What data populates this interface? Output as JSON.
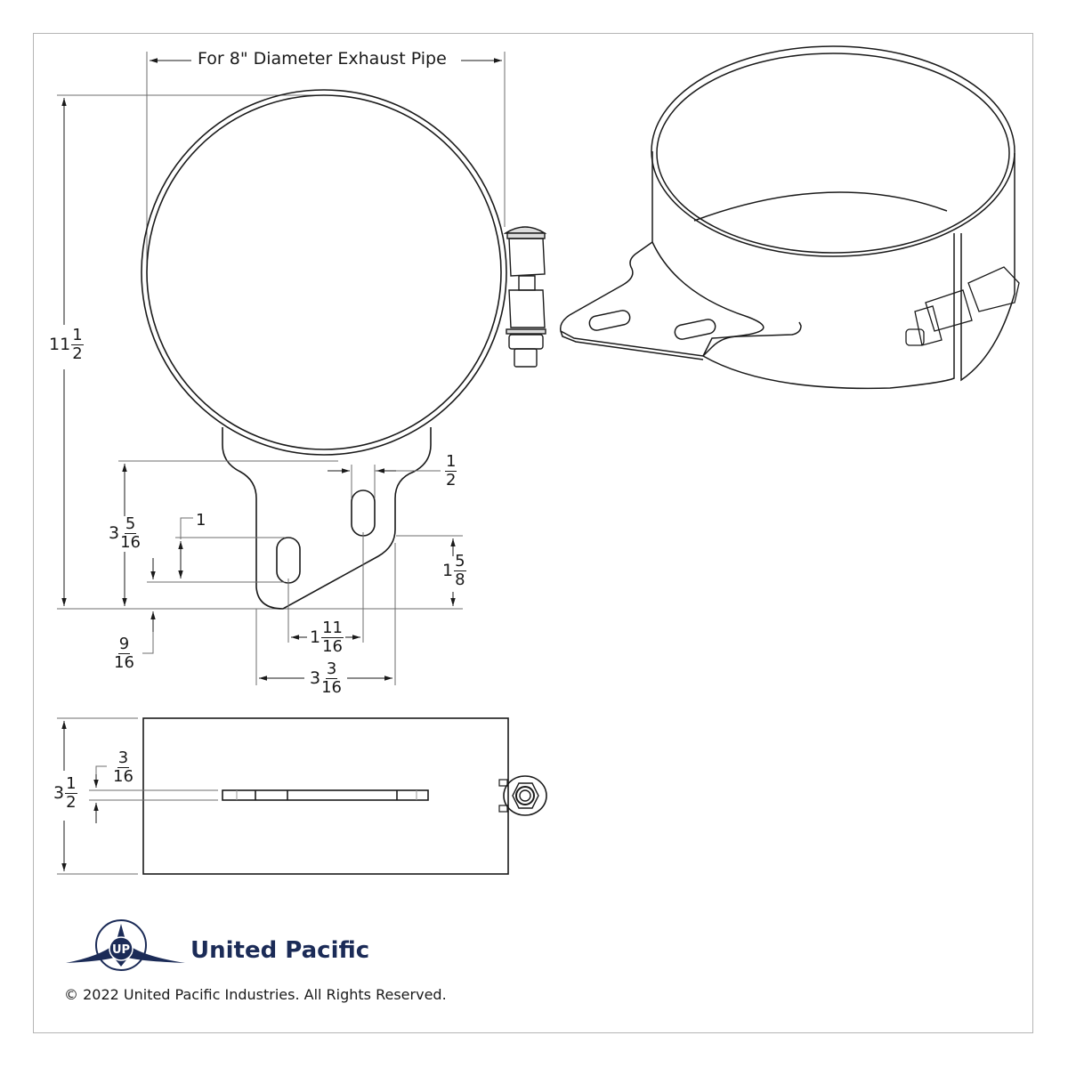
{
  "drawing": {
    "title_dimension": "For 8\" Diameter Exhaust Pipe",
    "colors": {
      "line": "#1a1a1a",
      "dimension_line": "#6e6e6e",
      "frame": "#b5b5b5",
      "brand": "#1b2b57"
    },
    "front_view": {
      "overall_height": {
        "whole": "11",
        "num": "1",
        "den": "2"
      },
      "bracket_height": {
        "whole": "3",
        "num": "5",
        "den": "16"
      },
      "slot_length": {
        "whole": "1",
        "num": "",
        "den": ""
      },
      "slot_offset": {
        "whole": "",
        "num": "9",
        "den": "16"
      },
      "slot_width": {
        "whole": "",
        "num": "1",
        "den": "2"
      },
      "slot_vertical_spacing": {
        "whole": "1",
        "num": "5",
        "den": "8"
      },
      "slot_horizontal_spacing": {
        "whole": "1",
        "num": "11",
        "den": "16"
      },
      "bracket_width": {
        "whole": "3",
        "num": "3",
        "den": "16"
      }
    },
    "side_view": {
      "band_width": {
        "whole": "3",
        "num": "1",
        "den": "2"
      },
      "bracket_thickness": {
        "whole": "",
        "num": "3",
        "den": "16"
      }
    },
    "isometric_view": {
      "label": ""
    }
  },
  "footer": {
    "brand_name": "United Pacific",
    "copyright": "© 2022 United Pacific Industries. All Rights Reserved."
  }
}
